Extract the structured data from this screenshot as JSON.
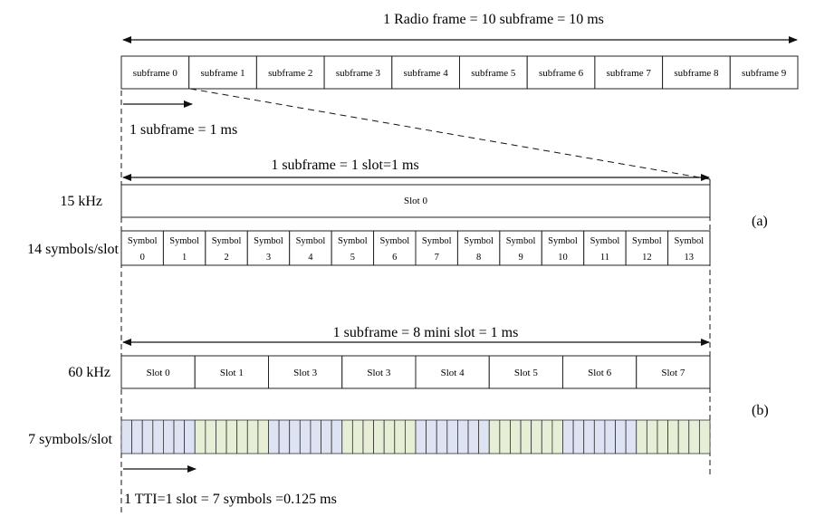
{
  "radio_frame": {
    "label": "1 Radio frame = 10 subframe = 10 ms",
    "subframes": [
      "subframe 0",
      "subframe 1",
      "subframe 2",
      "subframe 3",
      "subframe 4",
      "subframe 5",
      "subframe 6",
      "subframe 7",
      "subframe 8",
      "subframe 9"
    ],
    "subframe_duration_label": "1 subframe = 1 ms"
  },
  "part_a": {
    "span_label": "1 subframe = 1 slot=1 ms",
    "scs_label": "15 kHz",
    "slot_label": "Slot 0",
    "symbols_label": "14 symbols/slot",
    "symbol_word": "Symbol",
    "symbol_numbers": [
      "0",
      "1",
      "2",
      "3",
      "4",
      "5",
      "6",
      "7",
      "8",
      "9",
      "10",
      "11",
      "12",
      "13"
    ],
    "tag": "(a)"
  },
  "part_b": {
    "span_label": "1 subframe = 8 mini slot = 1 ms",
    "scs_label": "60 kHz",
    "slots": [
      "Slot 0",
      "Slot 1",
      "Slot 3",
      "Slot 3",
      "Slot 4",
      "Slot 5",
      "Slot 6",
      "Slot 7"
    ],
    "symbols_label": "7 symbols/slot",
    "symbols_per_slot": 7,
    "slot_colors": [
      "#dde3f3",
      "#e6efd6"
    ],
    "tti_label": "1 TTI=1 slot = 7 symbols =0.125 ms",
    "tag": "(b)"
  }
}
